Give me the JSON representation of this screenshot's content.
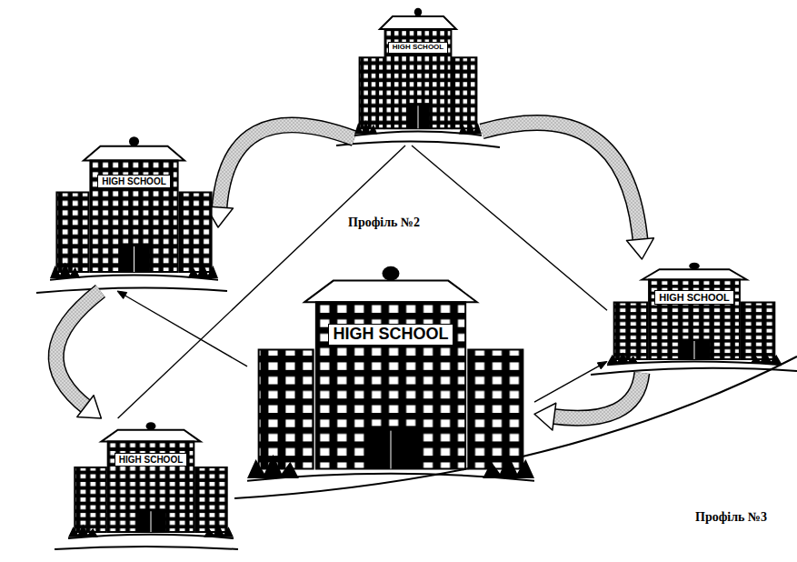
{
  "diagram": {
    "nodes": [
      {
        "text": [
          "HIGH SCHOOL"
        ]
      },
      {
        "text": [
          "HIGH SCHOOL"
        ]
      },
      {
        "text": [
          "HIGH SCHOOL"
        ]
      },
      {
        "text": [
          "HIGH SCHOOL"
        ]
      },
      {
        "text": [
          "HIGH SCHOOL"
        ]
      }
    ],
    "edges": [
      {
        "from": 0,
        "to": 1,
        "arrow": "to"
      },
      {
        "from": 0,
        "to": 2,
        "arrow": "to"
      },
      {
        "from": 1,
        "to": 4,
        "arrow": "to"
      },
      {
        "from": 2,
        "to": 3,
        "arrow": "to"
      },
      {
        "from": 3,
        "to": 1,
        "arrow": "to"
      },
      {
        "from": 3,
        "to": 2,
        "arrow": "to"
      },
      {
        "from": 0,
        "to": 4,
        "arrow": "none"
      },
      {
        "from": 0,
        "to": 2,
        "arrow": "none"
      }
    ],
    "labels": [
      "Профіль №2",
      "Профіль №3"
    ]
  }
}
